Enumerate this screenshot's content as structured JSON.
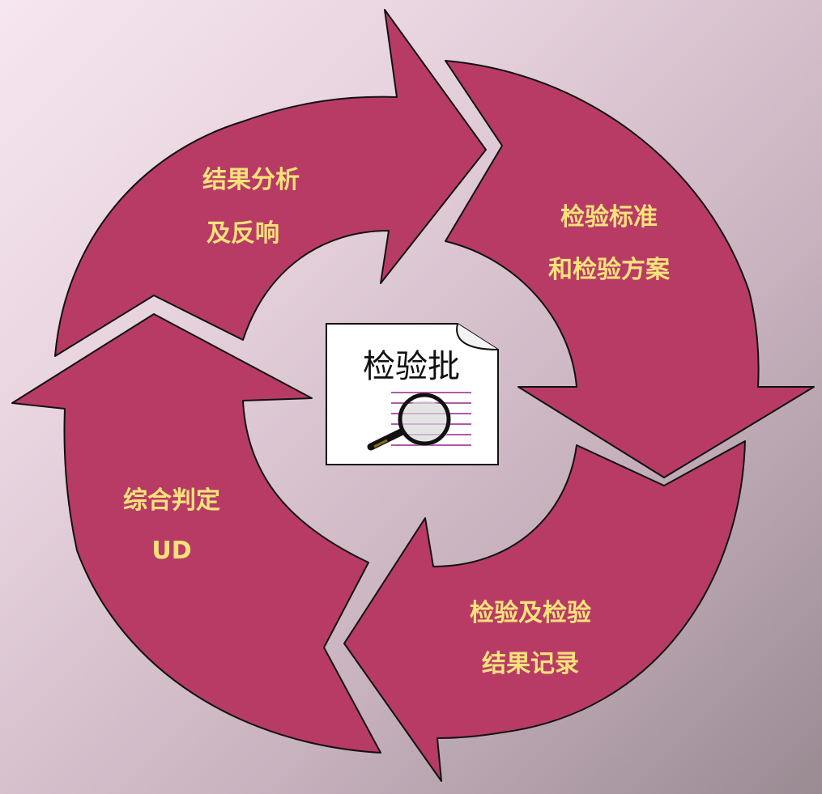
{
  "segments": [
    {
      "id": "result-analysis",
      "line1": "结果分析",
      "line2": "及反响"
    },
    {
      "id": "inspection-standard",
      "line1": "检验标准",
      "line2": "和检验方案"
    },
    {
      "id": "inspection-record",
      "line1": "检验及检验",
      "line2": "结果记录"
    },
    {
      "id": "usage-decision",
      "line1": "综合判定",
      "line2": "UD"
    }
  ],
  "center": {
    "label": "检验批"
  },
  "colors": {
    "arrow_fill": "#b83b66",
    "label_text": "#f8e27a",
    "background_light": "#f6e6ef",
    "background_dark": "#9a8a92"
  }
}
